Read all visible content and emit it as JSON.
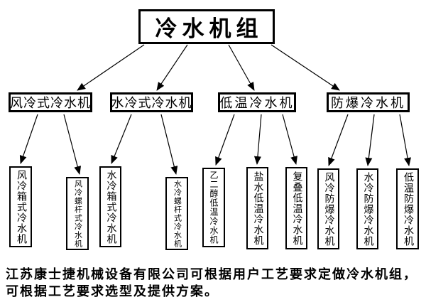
{
  "diagram": {
    "root": {
      "id": "chiller-unit",
      "label": "冷水机组"
    },
    "level2": [
      {
        "id": "air-cooled",
        "label": "风冷式冷水机"
      },
      {
        "id": "water-cooled",
        "label": "水冷式冷水机"
      },
      {
        "id": "low-temp",
        "label": "低温冷水机"
      },
      {
        "id": "explosion-proof",
        "label": "防爆冷水机"
      }
    ],
    "level3": [
      {
        "id": "air-cooled-box",
        "label": "风冷箱式冷水机"
      },
      {
        "id": "air-cooled-screw",
        "label": "风冷螺杆式冷水机"
      },
      {
        "id": "water-cooled-box",
        "label": "水冷箱式冷水机"
      },
      {
        "id": "water-cooled-screw",
        "label": "水冷螺杆式冷水机"
      },
      {
        "id": "glycol-low-temp",
        "label": "乙二醇低温冷水机"
      },
      {
        "id": "brine-low-temp",
        "label": "盐水低温冷水机"
      },
      {
        "id": "cascade-low-temp",
        "label": "复叠低温冷水机"
      },
      {
        "id": "air-cooled-explosion",
        "label": "风冷防爆冷水机"
      },
      {
        "id": "water-cooled-explosion",
        "label": "水冷防爆冷水机"
      },
      {
        "id": "low-temp-explosion",
        "label": "低温防爆冷水机"
      }
    ],
    "edges": [
      {
        "from": "chiller-unit",
        "to": "air-cooled"
      },
      {
        "from": "chiller-unit",
        "to": "water-cooled"
      },
      {
        "from": "chiller-unit",
        "to": "low-temp"
      },
      {
        "from": "chiller-unit",
        "to": "explosion-proof"
      },
      {
        "from": "air-cooled",
        "to": "air-cooled-box"
      },
      {
        "from": "air-cooled",
        "to": "air-cooled-screw"
      },
      {
        "from": "water-cooled",
        "to": "water-cooled-box"
      },
      {
        "from": "water-cooled",
        "to": "water-cooled-screw"
      },
      {
        "from": "low-temp",
        "to": "glycol-low-temp"
      },
      {
        "from": "low-temp",
        "to": "brine-low-temp"
      },
      {
        "from": "low-temp",
        "to": "cascade-low-temp"
      },
      {
        "from": "explosion-proof",
        "to": "air-cooled-explosion"
      },
      {
        "from": "explosion-proof",
        "to": "water-cooled-explosion"
      },
      {
        "from": "explosion-proof",
        "to": "low-temp-explosion"
      }
    ]
  },
  "footer": {
    "line1": "江苏康士捷机械设备有限公司可根据用户工艺要求定做冷水机组，",
    "line2": "可根据工艺要求选型及提供方案。"
  },
  "colors": {
    "line": "#000000",
    "background": "#ffffff",
    "text": "#000000"
  }
}
